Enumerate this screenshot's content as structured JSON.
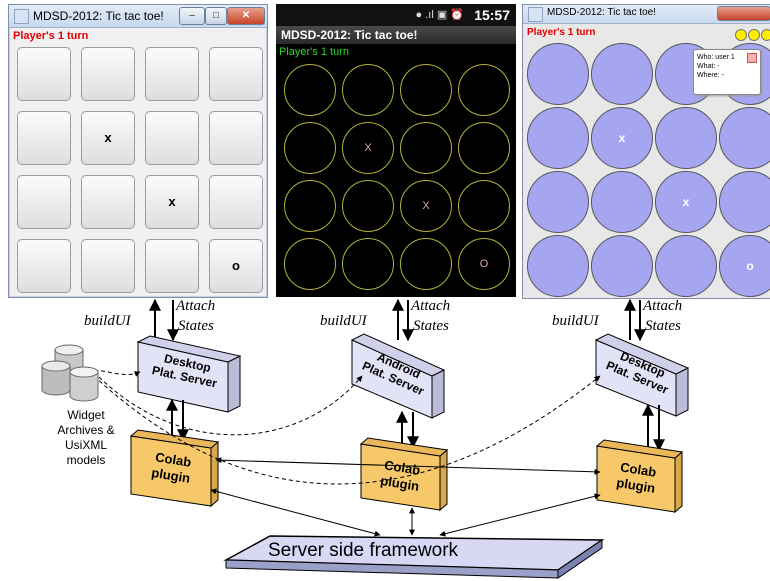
{
  "desktop_window_left": {
    "title": "MDSD-2012: Tic tac toe!",
    "turn_text": "Player's 1 turn",
    "turn_color": "#e00000",
    "cells": [
      "",
      "",
      "",
      "",
      "",
      "x",
      "",
      "",
      "",
      "",
      "x",
      "",
      "",
      "",
      "",
      "o"
    ]
  },
  "android_window": {
    "time": "15:57",
    "title": "MDSD-2012: Tic tac toe!",
    "turn_text": "Player's 1 turn",
    "turn_color": "#22dd22",
    "cells": [
      "",
      "",
      "",
      "",
      "",
      "X",
      "",
      "",
      "",
      "",
      "X",
      "",
      "",
      "",
      "",
      "O"
    ]
  },
  "desktop_window_right": {
    "title": "MDSD-2012: Tic tac toe!",
    "turn_text": "Player's 1 turn",
    "turn_color": "#e00000",
    "tooltip": {
      "who": "Who: user 1",
      "what": "What: -",
      "where": "Where: -"
    },
    "cells": [
      "",
      "",
      "",
      "",
      "",
      "x",
      "",
      "",
      "",
      "",
      "x",
      "",
      "",
      "",
      "",
      "o"
    ]
  },
  "diagram": {
    "build_ui_label": "buildUI",
    "attach_label": "Attach",
    "states_label": "States",
    "desktop_server_line1": "Desktop",
    "desktop_server_line2": "Plat. Server",
    "android_server_line1": "Android",
    "android_server_line2": "Plat. Server",
    "colab_line1": "Colab",
    "colab_line2": "plugin",
    "archive_line1": "Widget",
    "archive_line2": "Archives &",
    "archive_line3": "UsiXML",
    "archive_line4": "models",
    "server_framework": "Server side framework",
    "server_box_color": "#d8d8f5",
    "colab_color": "#f7c86a",
    "platform_box_color": "#e3e3f7"
  }
}
